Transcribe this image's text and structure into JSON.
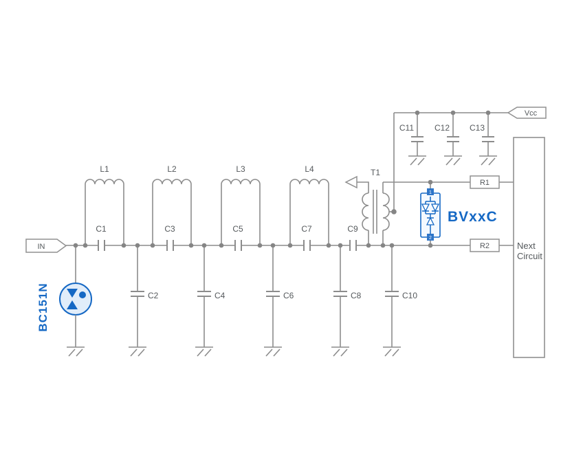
{
  "colors": {
    "wire": "#8c8c8c",
    "label": "#55595c",
    "accent_blue": "#1568c4",
    "accent_blue_light": "#e1edfa",
    "background": "#ffffff"
  },
  "tags": {
    "input": "IN",
    "supply": "Vcc"
  },
  "components": {
    "transistor": {
      "label": "BC151N"
    },
    "diode_array": {
      "label": "BVxxC",
      "pins": [
        {
          "num": "1"
        },
        {
          "num": "2"
        }
      ]
    },
    "transformer": {
      "label": "T1"
    },
    "resistors": [
      {
        "name": "R1"
      },
      {
        "name": "R2"
      }
    ],
    "inductors": [
      {
        "name": "L1"
      },
      {
        "name": "L2"
      },
      {
        "name": "L3"
      },
      {
        "name": "L4"
      }
    ],
    "series_capacitors": [
      {
        "name": "C1"
      },
      {
        "name": "C3"
      },
      {
        "name": "C5"
      },
      {
        "name": "C7"
      },
      {
        "name": "C9"
      }
    ],
    "shunt_capacitors": [
      {
        "name": "C2"
      },
      {
        "name": "C4"
      },
      {
        "name": "C6"
      },
      {
        "name": "C8"
      },
      {
        "name": "C10"
      }
    ],
    "decoupling_capacitors": [
      {
        "name": "C11"
      },
      {
        "name": "C12"
      },
      {
        "name": "C13"
      }
    ],
    "next_block": {
      "line1": "Next",
      "line2": "Circuit"
    }
  }
}
